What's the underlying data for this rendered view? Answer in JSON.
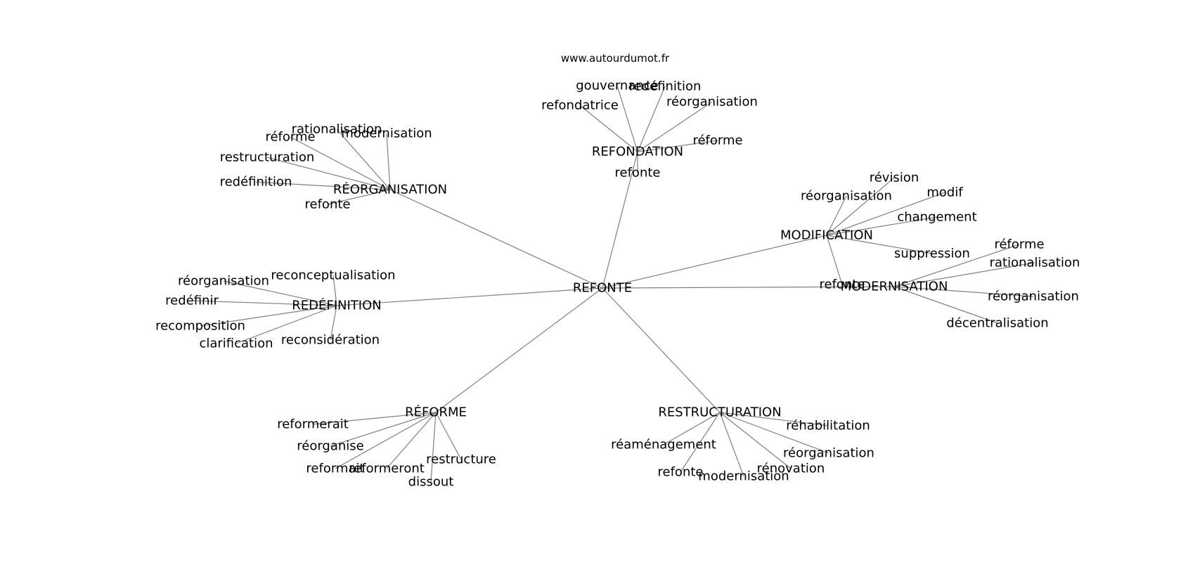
{
  "source": "www.autourdumot.fr",
  "graph": {
    "center": "REFONTE",
    "groups": [
      {
        "label": "REFONDATION",
        "words": [
          "refondatrice",
          "gouvernance",
          "redéfinition",
          "réorganisation",
          "réforme",
          "refonte"
        ]
      },
      {
        "label": "RÉORGANISATION",
        "words": [
          "réforme",
          "rationalisation",
          "modernisation",
          "restructuration",
          "redéfinition",
          "refonte"
        ]
      },
      {
        "label": "MODIFICATION",
        "words": [
          "réorganisation",
          "révision",
          "modif",
          "changement",
          "suppression",
          "refonte"
        ]
      },
      {
        "label": "MODERNISATION",
        "words": [
          "réforme",
          "rationalisation",
          "réorganisation",
          "décentralisation"
        ]
      },
      {
        "label": "REDÉFINITION",
        "words": [
          "réorganisation",
          "reconceptualisation",
          "redéfinir",
          "recomposition",
          "clarification",
          "reconsidération"
        ]
      },
      {
        "label": "RÉFORME",
        "words": [
          "reformerait",
          "réorganise",
          "reformait",
          "reformeront",
          "restructure",
          "dissout"
        ]
      },
      {
        "label": "RESTRUCTURATION",
        "words": [
          "réaménagement",
          "refonte",
          "modernisation",
          "rénovation",
          "réorganisation",
          "réhabilitation"
        ]
      }
    ]
  }
}
